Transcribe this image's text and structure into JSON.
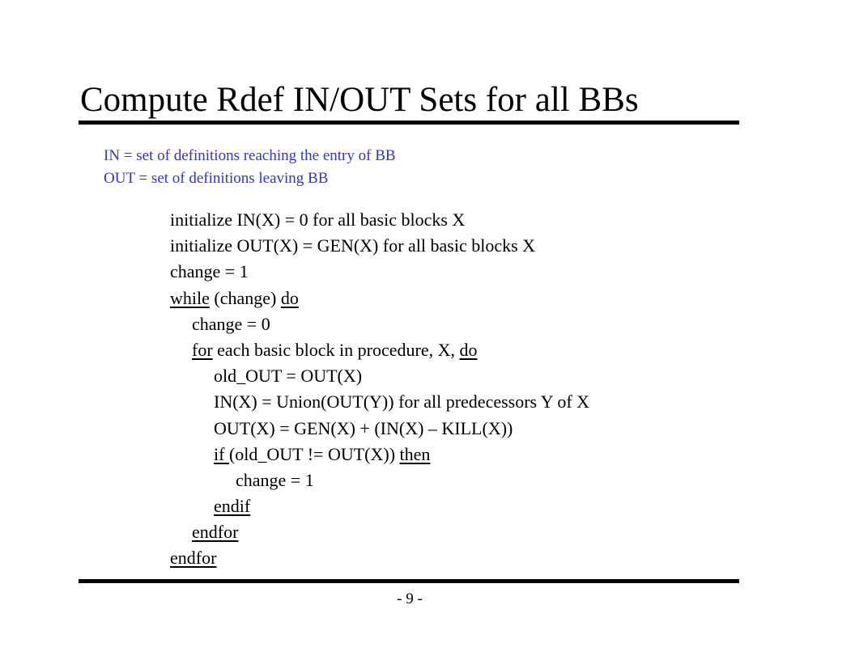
{
  "slide": {
    "title": "Compute Rdef IN/OUT Sets for all BBs",
    "page_number": "- 9 -",
    "definitions": [
      "IN = set of definitions reaching the entry of BB",
      "OUT = set of definitions leaving BB"
    ],
    "code": [
      {
        "indent": 0,
        "parts": [
          {
            "t": "initialize IN(X) = 0  for all basic blocks X"
          }
        ]
      },
      {
        "indent": 0,
        "parts": [
          {
            "t": "initialize OUT(X) = GEN(X) for all basic blocks X"
          }
        ]
      },
      {
        "indent": 0,
        "parts": [
          {
            "t": "change = 1"
          }
        ]
      },
      {
        "indent": 0,
        "parts": [
          {
            "t": "while",
            "u": true
          },
          {
            "t": " (change) "
          },
          {
            "t": "do",
            "u": true
          }
        ]
      },
      {
        "indent": 1,
        "parts": [
          {
            "t": "change = 0"
          }
        ]
      },
      {
        "indent": 1,
        "parts": [
          {
            "t": "for",
            "u": true
          },
          {
            "t": " each basic block in procedure, X, "
          },
          {
            "t": "do",
            "u": true
          }
        ]
      },
      {
        "indent": 2,
        "parts": [
          {
            "t": "old_OUT = OUT(X)"
          }
        ]
      },
      {
        "indent": 2,
        "parts": [
          {
            "t": "IN(X) = Union(OUT(Y)) for all predecessors Y of X"
          }
        ]
      },
      {
        "indent": 2,
        "parts": [
          {
            "t": "OUT(X) = GEN(X) + (IN(X) – KILL(X))"
          }
        ]
      },
      {
        "indent": 2,
        "parts": [
          {
            "t": "if ",
            "u": true
          },
          {
            "t": "(old_OUT != OUT(X)) "
          },
          {
            "t": "then",
            "u": true
          }
        ]
      },
      {
        "indent": 3,
        "parts": [
          {
            "t": "change = 1"
          }
        ]
      },
      {
        "indent": 2,
        "parts": [
          {
            "t": "endif",
            "u": true
          }
        ]
      },
      {
        "indent": 1,
        "parts": [
          {
            "t": "endfor",
            "u": true
          }
        ]
      },
      {
        "indent": 0,
        "parts": [
          {
            "t": "endfor",
            "u": true
          }
        ]
      }
    ]
  },
  "colors": {
    "definitions_text": "#3333cc",
    "rule": "#000000"
  }
}
